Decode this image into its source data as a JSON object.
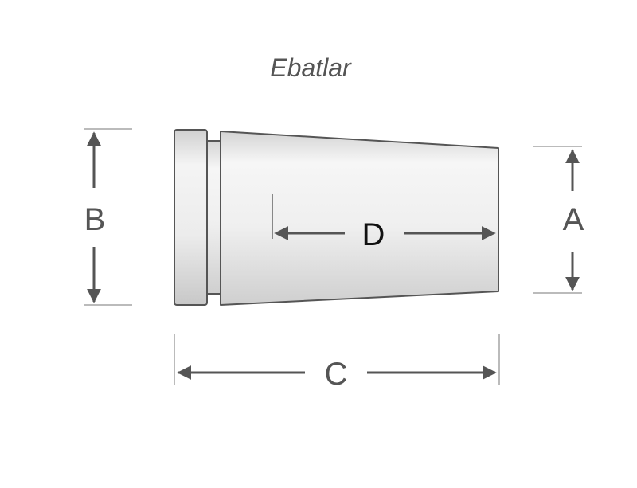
{
  "title": "Ebatlar",
  "dimensions": {
    "a": "A",
    "b": "B",
    "c": "C",
    "d": "D"
  },
  "colors": {
    "outline": "#555555",
    "body_light": "#f2f2f2",
    "body_mid": "#d9d9d9",
    "arrow": "#555555",
    "extension_line": "#bbbbbb"
  }
}
